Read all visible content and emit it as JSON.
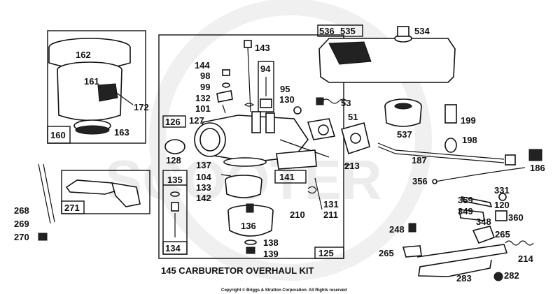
{
  "watermark": "SCOOTER",
  "kit_title": "145 CARBURETOR OVERHAUL KIT",
  "copyright": "Copyright © Briggs & Stratton Corporation. All Rights reserved",
  "labels": [
    {
      "id": "p162",
      "text": "162"
    },
    {
      "id": "p161",
      "text": "161"
    },
    {
      "id": "p172",
      "text": "172"
    },
    {
      "id": "p160",
      "text": "160"
    },
    {
      "id": "p163",
      "text": "163"
    },
    {
      "id": "p268",
      "text": "268"
    },
    {
      "id": "p269",
      "text": "269"
    },
    {
      "id": "p270",
      "text": "270"
    },
    {
      "id": "p271",
      "text": "271"
    },
    {
      "id": "p143",
      "text": "143"
    },
    {
      "id": "p144",
      "text": "144"
    },
    {
      "id": "p98",
      "text": "98"
    },
    {
      "id": "p99",
      "text": "99"
    },
    {
      "id": "p132",
      "text": "132"
    },
    {
      "id": "p101",
      "text": "101"
    },
    {
      "id": "p94",
      "text": "94"
    },
    {
      "id": "p95",
      "text": "95"
    },
    {
      "id": "p130",
      "text": "130"
    },
    {
      "id": "p126",
      "text": "126"
    },
    {
      "id": "p127",
      "text": "127"
    },
    {
      "id": "p128",
      "text": "128"
    },
    {
      "id": "p137",
      "text": "137"
    },
    {
      "id": "p104",
      "text": "104"
    },
    {
      "id": "p133",
      "text": "133"
    },
    {
      "id": "p142",
      "text": "142"
    },
    {
      "id": "p135",
      "text": "135"
    },
    {
      "id": "p134",
      "text": "134"
    },
    {
      "id": "p141",
      "text": "141"
    },
    {
      "id": "p136",
      "text": "136"
    },
    {
      "id": "p138",
      "text": "138"
    },
    {
      "id": "p139",
      "text": "139"
    },
    {
      "id": "p210",
      "text": "210"
    },
    {
      "id": "p131",
      "text": "131"
    },
    {
      "id": "p211",
      "text": "211"
    },
    {
      "id": "p125",
      "text": "125"
    },
    {
      "id": "p53",
      "text": "53"
    },
    {
      "id": "p51",
      "text": "51"
    },
    {
      "id": "p213",
      "text": "213"
    },
    {
      "id": "p536",
      "text": "536"
    },
    {
      "id": "p535",
      "text": "535"
    },
    {
      "id": "p534",
      "text": "534"
    },
    {
      "id": "p537",
      "text": "537"
    },
    {
      "id": "p199",
      "text": "199"
    },
    {
      "id": "p198",
      "text": "198"
    },
    {
      "id": "p187",
      "text": "187"
    },
    {
      "id": "p186",
      "text": "186"
    },
    {
      "id": "p356",
      "text": "356"
    },
    {
      "id": "p359",
      "text": "359"
    },
    {
      "id": "p331",
      "text": "331"
    },
    {
      "id": "p349",
      "text": "349"
    },
    {
      "id": "p120",
      "text": "120"
    },
    {
      "id": "p348",
      "text": "348"
    },
    {
      "id": "p360",
      "text": "360"
    },
    {
      "id": "p248",
      "text": "248"
    },
    {
      "id": "p265a",
      "text": "265"
    },
    {
      "id": "p265b",
      "text": "265"
    },
    {
      "id": "p214",
      "text": "214"
    },
    {
      "id": "p283",
      "text": "283"
    },
    {
      "id": "p282",
      "text": "282"
    }
  ]
}
